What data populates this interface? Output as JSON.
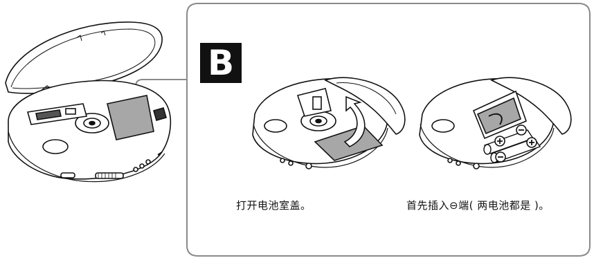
{
  "panel": {
    "step_letter": "B",
    "captions": [
      "打开电池室盖。",
      "首先插入⊖端( 两电池都是 )。"
    ]
  },
  "colors": {
    "frame_stroke": "#8a8a8a",
    "line_art": "#111111",
    "door_fill": "#a7a7a7",
    "badge_fill": "#111111"
  },
  "icons": [
    "cd-player-open-lid",
    "battery-door",
    "arrow-curved",
    "battery-plus",
    "battery-minus"
  ]
}
